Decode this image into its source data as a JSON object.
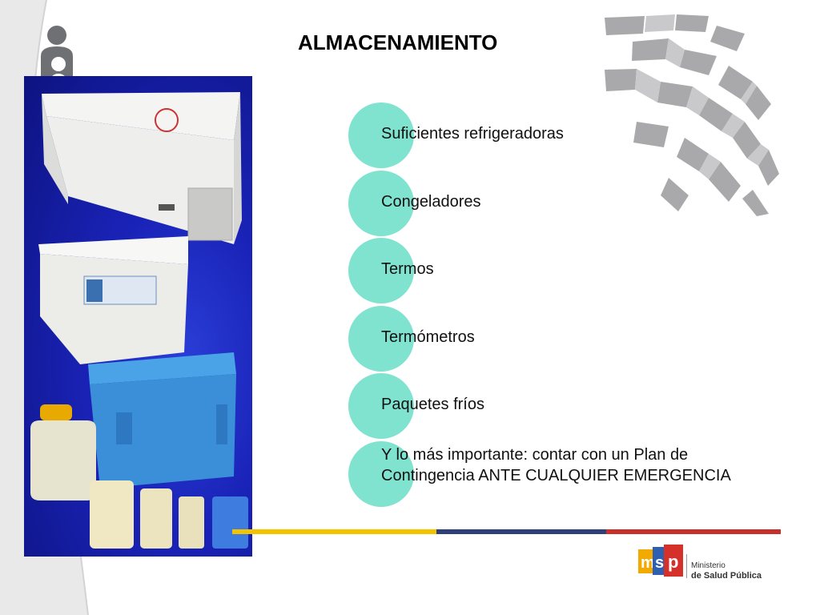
{
  "slide": {
    "title": "ALMACENAMIENTO",
    "items": [
      {
        "label": "Suficientes refrigeradoras"
      },
      {
        "label": "Congeladores"
      },
      {
        "label": "Termos"
      },
      {
        "label": "Termómetros"
      },
      {
        "label": "Paquetes fríos"
      },
      {
        "label": "Y lo más importante: contar con un Plan de Contingencia    ANTE CUALQUIER EMERGENCIA"
      }
    ]
  },
  "logo": {
    "line1": "Ministerio",
    "line2": "de Salud Pública"
  },
  "colors": {
    "circle": "#7fe3cf",
    "panel_blue": "#1a23b8",
    "stripe_yellow": "#f3c300",
    "stripe_blue": "#2f3f7a",
    "stripe_red": "#c9302c"
  }
}
